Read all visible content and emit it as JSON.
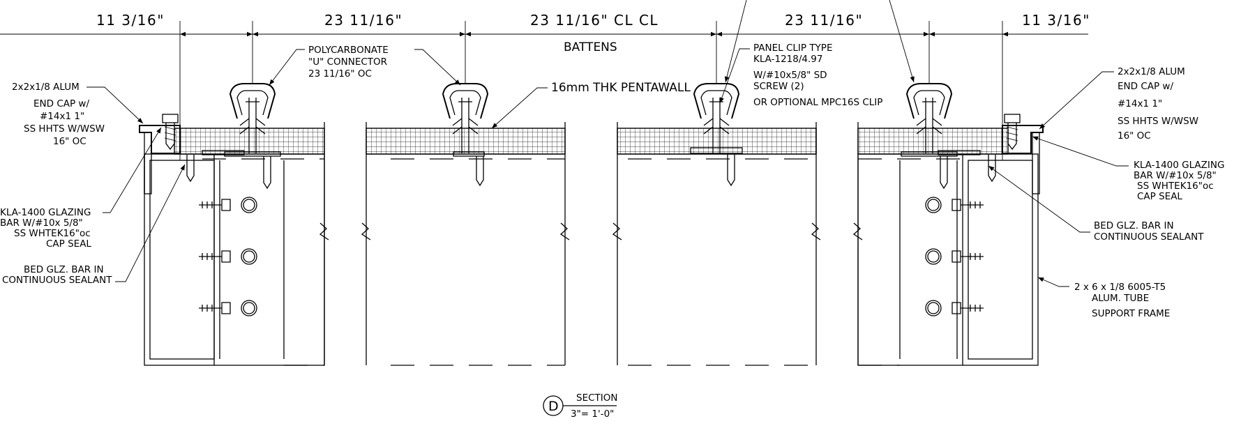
{
  "dimensions": {
    "left_edge": "11 3/16\"",
    "left_bay": "23 11/16\"",
    "center_bay": "23 11/16\" CL CL",
    "right_bay": "23 11/16\"",
    "right_edge": "11 3/16\""
  },
  "battens_label": "BATTENS",
  "left_labels": {
    "end_cap": [
      "2x2x1/8 ALUM",
      "END CAP w/",
      "#14x1 1\"",
      "SS HHTS W/WSW",
      "16\" OC"
    ],
    "glazing_bar": [
      "KLA-1400 GLAZING",
      "BAR W/#10x 5/8\"",
      "SS WHTEK16\"oc",
      "CAP SEAL"
    ],
    "sealant": [
      "BED GLZ. BAR IN",
      "CONTINUOUS SEALANT"
    ]
  },
  "connector_label": [
    "POLYCARBONATE",
    "\"U\" CONNECTOR",
    "23 11/16\" OC"
  ],
  "pentawall_label": "16mm THK PENTAWALL",
  "panel_clip_label": [
    "PANEL CLIP TYPE",
    "KLA-1218/4.97",
    "W/#10x5/8\" SD",
    "SCREW (2)",
    "OR OPTIONAL MPC16S CLIP"
  ],
  "right_labels": {
    "end_cap": [
      "2x2x1/8 ALUM",
      "END CAP w/",
      "#14x1 1\"",
      "SS HHTS W/WSW",
      "16\" OC"
    ],
    "glazing_bar": [
      "KLA-1400 GLAZING",
      "BAR W/#10x 5/8\"",
      "SS WHTEK16\"oc",
      "CAP SEAL"
    ],
    "sealant": [
      "BED GLZ. BAR IN",
      "CONTINUOUS SEALANT"
    ],
    "tube": [
      "2 x 6 x 1/8 6005-T5",
      "ALUM. TUBE",
      "SUPPORT FRAME"
    ]
  },
  "section": {
    "marker": "D",
    "title": "SECTION",
    "scale": "3\"= 1'-0\""
  }
}
